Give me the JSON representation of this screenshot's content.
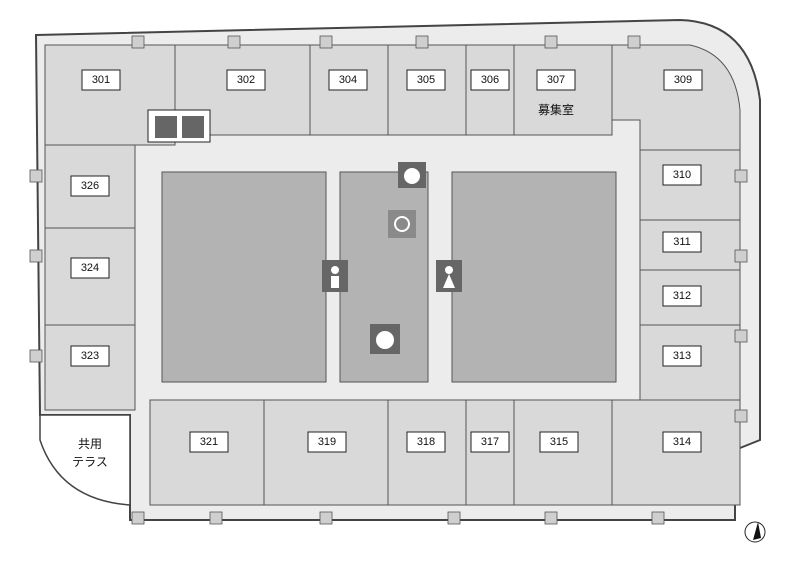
{
  "rooms": [
    {
      "id": "301",
      "label": "301"
    },
    {
      "id": "302",
      "label": "302"
    },
    {
      "id": "304",
      "label": "304"
    },
    {
      "id": "305",
      "label": "305"
    },
    {
      "id": "306",
      "label": "306"
    },
    {
      "id": "307",
      "label": "307"
    },
    {
      "id": "309",
      "label": "309"
    },
    {
      "id": "310",
      "label": "310"
    },
    {
      "id": "311",
      "label": "311"
    },
    {
      "id": "312",
      "label": "312"
    },
    {
      "id": "313",
      "label": "313"
    },
    {
      "id": "314",
      "label": "314"
    },
    {
      "id": "315",
      "label": "315"
    },
    {
      "id": "317",
      "label": "317"
    },
    {
      "id": "318",
      "label": "318"
    },
    {
      "id": "319",
      "label": "319"
    },
    {
      "id": "321",
      "label": "321"
    },
    {
      "id": "323",
      "label": "323"
    },
    {
      "id": "324",
      "label": "324"
    },
    {
      "id": "326",
      "label": "326"
    }
  ],
  "annotations": {
    "recruiting": "募集室",
    "terrace_line1": "共用",
    "terrace_line2": "テラス"
  },
  "icons": [
    "elevator-icon",
    "restroom-icon",
    "accessible-icon",
    "male-icon",
    "female-icon",
    "tea-kettle-icon",
    "north-arrow-icon"
  ],
  "colors": {
    "room": "#d9d9d9",
    "core": "#b3b3b3",
    "corridor": "#ececec"
  }
}
